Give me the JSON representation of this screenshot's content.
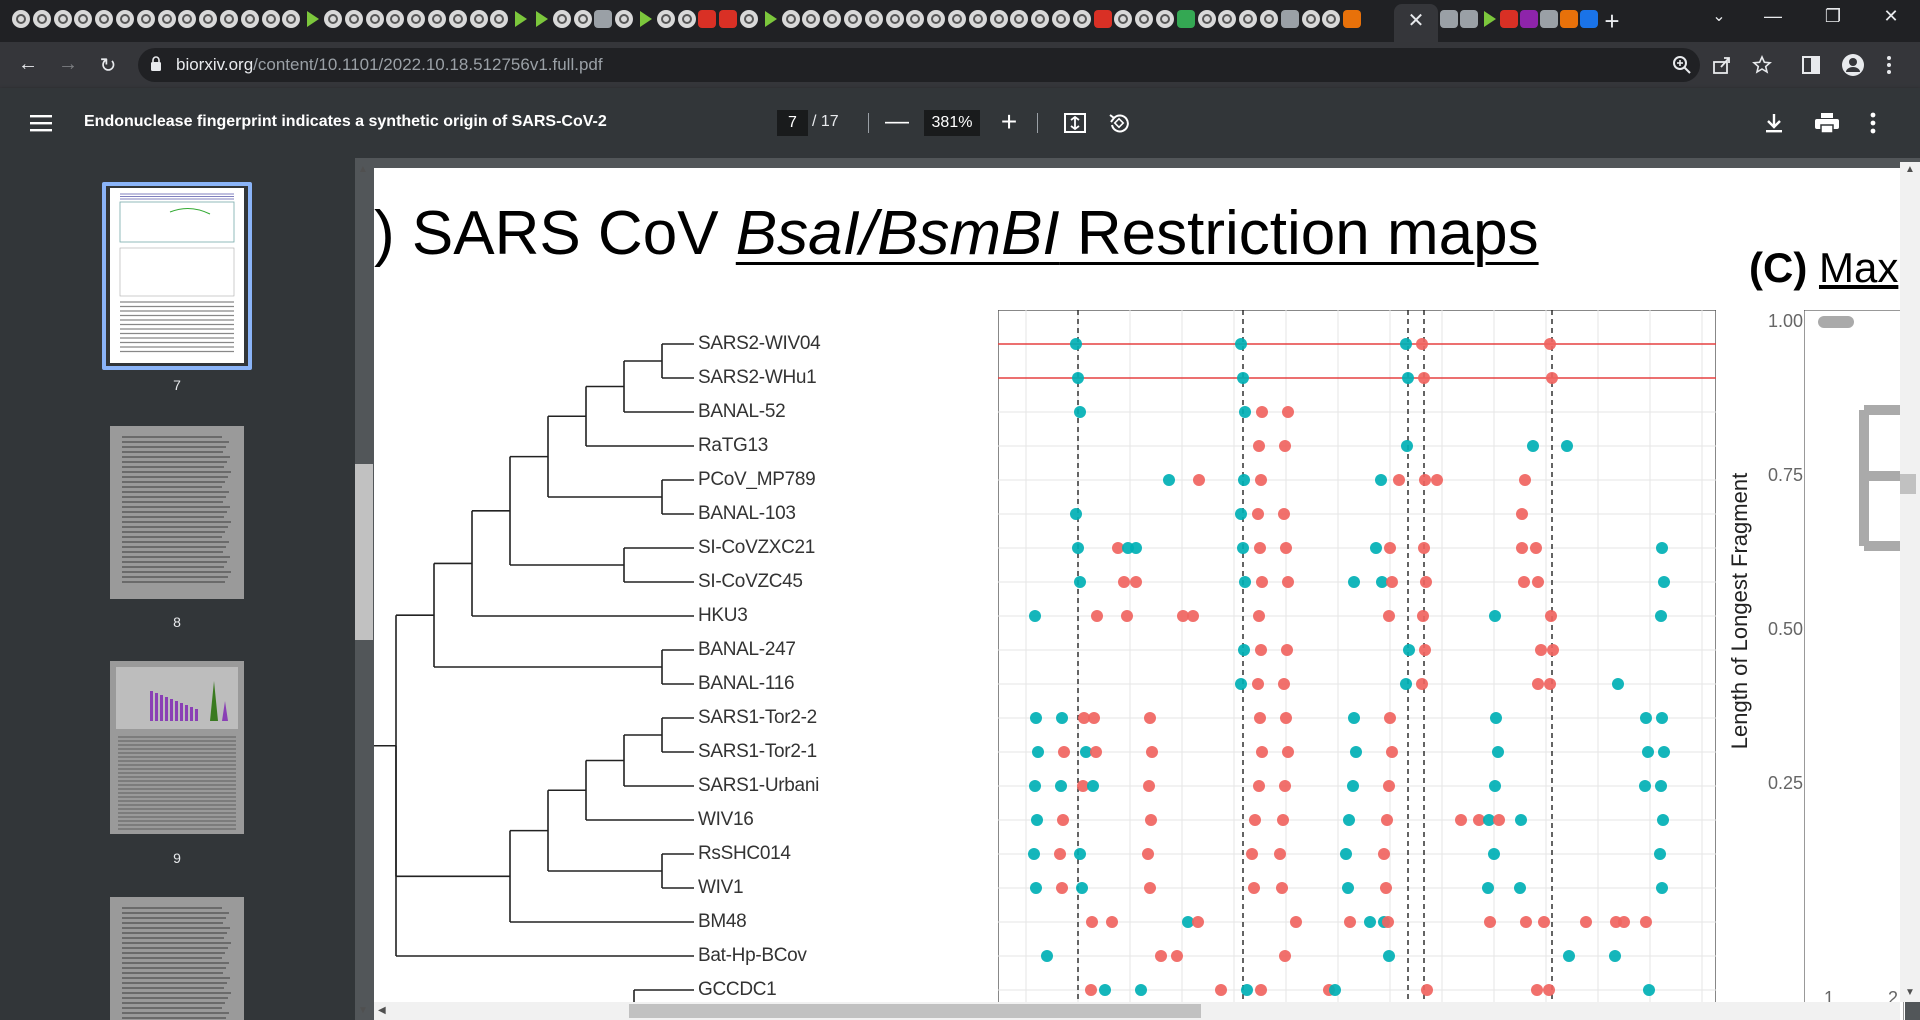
{
  "browser": {
    "tab_close": "✕",
    "new_tab": "+",
    "window_controls": {
      "minimize": "—",
      "restore": "❐",
      "close": "✕"
    },
    "url_host": "biorxiv.org",
    "url_path": "/content/10.1101/2022.10.18.512756v1.full.pdf",
    "icons": [
      "back-icon",
      "forward-icon",
      "reload-icon",
      "lock-icon",
      "zoom-icon",
      "share-icon",
      "star-icon",
      "sidepanel-icon",
      "profile-icon",
      "kebab-icon"
    ]
  },
  "pdf": {
    "title": "Endonuclease fingerprint indicates a synthetic origin of SARS-CoV-2",
    "current_page": "7",
    "total_pages": "/ 17",
    "zoom": "381%",
    "zoom_out": "—",
    "zoom_in": "+",
    "thumbnails": [
      "7",
      "8",
      "9"
    ]
  },
  "figure": {
    "title_prefix": ") SARS CoV ",
    "title_italic": "BsaI/BsmBI",
    "title_suffix": " Restriction maps",
    "panel_c_prefix": "(C) ",
    "panel_c_word": "Max",
    "y_axis_label": "Length of Longest Fragment",
    "y_ticks": [
      "1.00",
      "0.75",
      "0.50",
      "0.25"
    ],
    "x_ticks": [
      "1",
      "2"
    ],
    "taxa": [
      "SARS2-WIV04",
      "SARS2-WHu1",
      "BANAL-52",
      "RaTG13",
      "PCoV_MP789",
      "BANAL-103",
      "SI-CoVZXC21",
      "SI-CoVZC45",
      "HKU3",
      "BANAL-247",
      "BANAL-116",
      "SARS1-Tor2-2",
      "SARS1-Tor2-1",
      "SARS1-Urbani",
      "WIV16",
      "RsSHC014",
      "WIV1",
      "BM48",
      "Bat-Hp-BCov",
      "GCCDC1"
    ],
    "colors": {
      "teal": "#00b0b5",
      "red": "#f0645f",
      "grid": "#e6e6e6",
      "hline": "#e64040"
    }
  }
}
